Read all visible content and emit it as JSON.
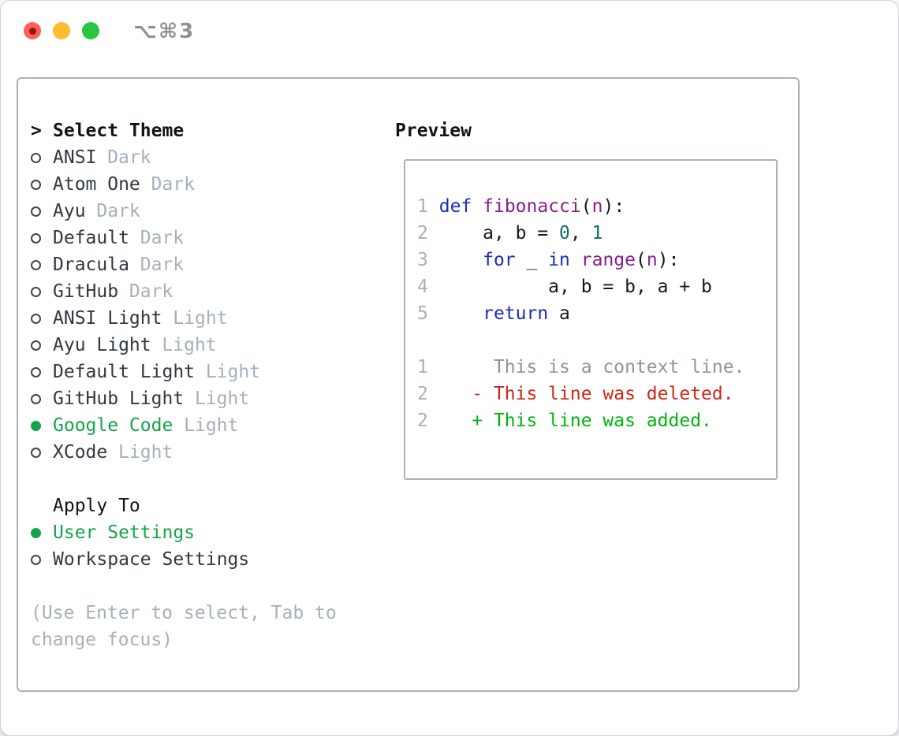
{
  "window": {
    "title": "⌥⌘3",
    "traffic_lights": [
      "close",
      "minimize",
      "zoom"
    ]
  },
  "theme_list": {
    "cursor": ">",
    "title": "Select Theme",
    "items": [
      {
        "name": "ANSI",
        "tag": "Dark",
        "selected": false
      },
      {
        "name": "Atom One",
        "tag": "Dark",
        "selected": false
      },
      {
        "name": "Ayu",
        "tag": "Dark",
        "selected": false
      },
      {
        "name": "Default",
        "tag": "Dark",
        "selected": false
      },
      {
        "name": "Dracula",
        "tag": "Dark",
        "selected": false
      },
      {
        "name": "GitHub",
        "tag": "Dark",
        "selected": false
      },
      {
        "name": "ANSI Light",
        "tag": "Light",
        "selected": false
      },
      {
        "name": "Ayu Light",
        "tag": "Light",
        "selected": false
      },
      {
        "name": "Default Light",
        "tag": "Light",
        "selected": false
      },
      {
        "name": "GitHub Light",
        "tag": "Light",
        "selected": false
      },
      {
        "name": "Google Code",
        "tag": "Light",
        "selected": true
      },
      {
        "name": "XCode",
        "tag": "Light",
        "selected": false
      }
    ]
  },
  "apply_to": {
    "title": "Apply To",
    "options": [
      {
        "name": "User Settings",
        "selected": true
      },
      {
        "name": "Workspace Settings",
        "selected": false
      }
    ]
  },
  "hint": "(Use Enter to select, Tab to\nchange focus)",
  "preview": {
    "title": "Preview",
    "code_lines": [
      {
        "num": "1",
        "tokens": [
          {
            "c": "pl",
            "t": " "
          },
          {
            "c": "kw",
            "t": "def"
          },
          {
            "c": "pl",
            "t": " "
          },
          {
            "c": "fn",
            "t": "fibonacci"
          },
          {
            "c": "pl",
            "t": "("
          },
          {
            "c": "fn",
            "t": "n"
          },
          {
            "c": "pl",
            "t": "):"
          }
        ]
      },
      {
        "num": "2",
        "tokens": [
          {
            "c": "pl",
            "t": "     a, b = "
          },
          {
            "c": "lit",
            "t": "0"
          },
          {
            "c": "pl",
            "t": ", "
          },
          {
            "c": "lit",
            "t": "1"
          }
        ]
      },
      {
        "num": "3",
        "tokens": [
          {
            "c": "pl",
            "t": "     "
          },
          {
            "c": "kw",
            "t": "for"
          },
          {
            "c": "pl",
            "t": " _ "
          },
          {
            "c": "kw",
            "t": "in"
          },
          {
            "c": "pl",
            "t": " "
          },
          {
            "c": "fn",
            "t": "range"
          },
          {
            "c": "pl",
            "t": "("
          },
          {
            "c": "fn",
            "t": "n"
          },
          {
            "c": "pl",
            "t": "):"
          }
        ]
      },
      {
        "num": "4",
        "tokens": [
          {
            "c": "pl",
            "t": "           a, b = b, a + b"
          }
        ]
      },
      {
        "num": "5",
        "tokens": [
          {
            "c": "pl",
            "t": "     "
          },
          {
            "c": "kw",
            "t": "return"
          },
          {
            "c": "pl",
            "t": " a"
          }
        ]
      }
    ],
    "diff_lines": [
      {
        "num": "1",
        "kind": "ctx",
        "text": "      This is a context line."
      },
      {
        "num": "2",
        "kind": "del",
        "text": "    - This line was deleted."
      },
      {
        "num": "2",
        "kind": "add",
        "text": "    + This line was added."
      }
    ]
  },
  "colors": {
    "accent-green": "#14a44a",
    "heading-text": "#101418",
    "item-text": "#313840",
    "muted-text": "#a6b0bb",
    "radio-ring": "#3f464e",
    "frame-border": "#a9b2bc",
    "titlebar-text": "#8e9094",
    "light-red": "#ff5f57",
    "light-red-dot": "#8c1810",
    "light-yellow": "#febc2e",
    "light-green": "#29c73f",
    "line-number": "#a6b0bb",
    "code-plain": "#15181c",
    "code-keyword": "#1b2cbb",
    "code-function": "#8a1d8f",
    "code-literal": "#0e6e6e",
    "diff-context": "#8d959e",
    "diff-deleted": "#cb2718",
    "diff-added": "#00b30f"
  }
}
